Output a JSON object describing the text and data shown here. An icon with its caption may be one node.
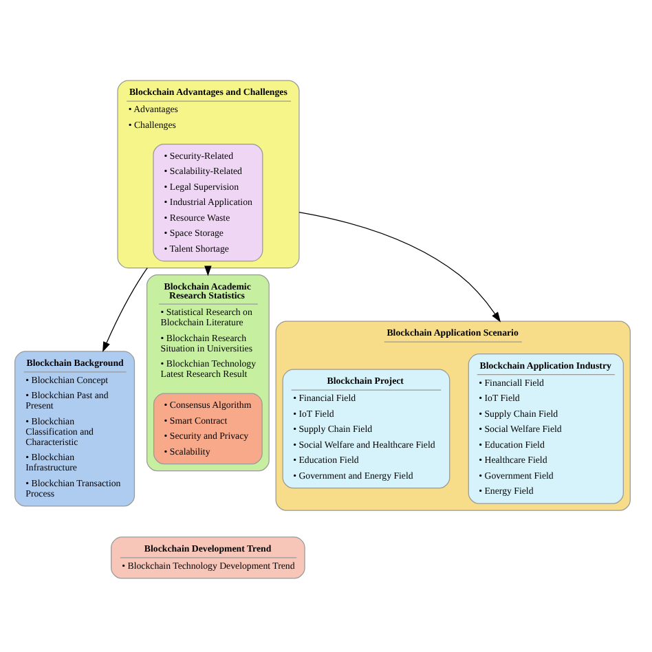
{
  "diagram": {
    "nodes": [
      {
        "text": [
          "Blockchain Advantages and Challenges",
          "• Advantages",
          "• Challenges"
        ]
      },
      {
        "text": [
          "• Security-Related",
          "• Scalability-Related",
          "• Legal Supervision",
          "• Industrial Application",
          "• Resource Waste",
          "• Space Storage",
          "• Talent Shortage"
        ],
        "in": 0
      },
      {
        "text": [
          "Blockchain Background",
          "• Blockchian Concept",
          "• Blockchian Past and Present",
          "• Blockchian Classification and Characteristic",
          "• Blockchian Infrastructure",
          "• Blockchian Transaction Process"
        ]
      },
      {
        "text": [
          "Blockchain Academic Research Statistics",
          "• Statistical Research on Blockchain Literature",
          "• Blockchain Research Situation in Universities",
          "• Blockchian Technology Latest Research Result"
        ]
      },
      {
        "text": [
          "• Consensus Algorithm",
          "• Smart Contract",
          "• Security and Privacy",
          "• Scalability"
        ],
        "in": 3
      },
      {
        "text": [
          "Blockchain Application Scenario"
        ]
      },
      {
        "text": [
          "Blockchain Application Industry",
          "• Financiall Field",
          "• IoT Field",
          "• Supply Chain Field",
          "• Social Welfare Field",
          "• Education Field",
          "• Healthcare Field",
          "• Government Field",
          "• Energy Field"
        ],
        "in": 5
      },
      {
        "text": [
          "Blockchain Project",
          "• Financial Field",
          "• IoT Field",
          "• Supply Chain Field",
          "• Social Welfare and Healthcare Field",
          "• Education Field",
          "• Government and Energy Field"
        ],
        "in": 5
      },
      {
        "text": [
          "Blockchain Development Trend",
          "• Blockchain Technology Development Trend"
        ]
      }
    ],
    "edges": [
      {
        "from": 0,
        "to": 2,
        "arrow": "to"
      },
      {
        "from": 0,
        "to": 3,
        "arrow": "to"
      },
      {
        "from": 0,
        "to": 5,
        "arrow": "to"
      }
    ]
  }
}
